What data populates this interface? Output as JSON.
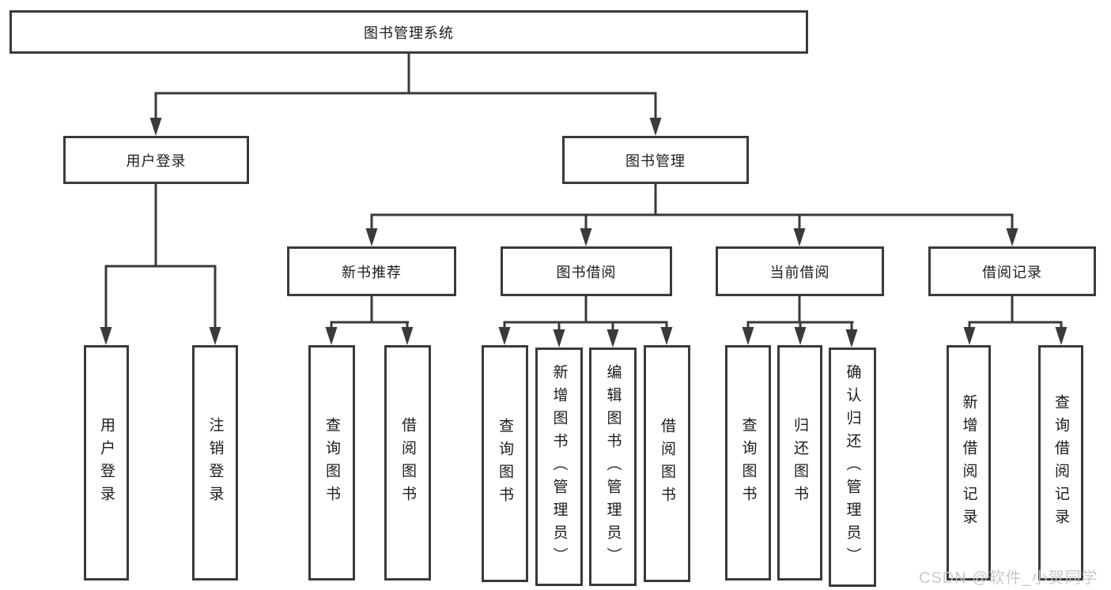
{
  "colors": {
    "line": "#3a3a3a",
    "text": "#1c1c1c",
    "watermark": "#c8c8c8",
    "box_bg": "#ffffff"
  },
  "watermark": "CSDN @软件_小贺同学",
  "tree": {
    "root": {
      "label": "图书管理系统",
      "children": [
        {
          "label": "用户登录",
          "children": [
            {
              "label": "用户登录"
            },
            {
              "label": "注销登录"
            }
          ]
        },
        {
          "label": "图书管理",
          "children": [
            {
              "label": "新书推荐",
              "children": [
                {
                  "label": "查询图书"
                },
                {
                  "label": "借阅图书"
                }
              ]
            },
            {
              "label": "图书借阅",
              "children": [
                {
                  "label": "查询图书"
                },
                {
                  "label": "新增图书（管理员）"
                },
                {
                  "label": "编辑图书（管理员）"
                },
                {
                  "label": "借阅图书"
                }
              ]
            },
            {
              "label": "当前借阅",
              "children": [
                {
                  "label": "查询图书"
                },
                {
                  "label": "归还图书"
                },
                {
                  "label": "确认归还（管理员）"
                }
              ]
            },
            {
              "label": "借阅记录",
              "children": [
                {
                  "label": "新增借阅记录"
                },
                {
                  "label": "查询借阅记录"
                }
              ]
            }
          ]
        }
      ]
    }
  }
}
